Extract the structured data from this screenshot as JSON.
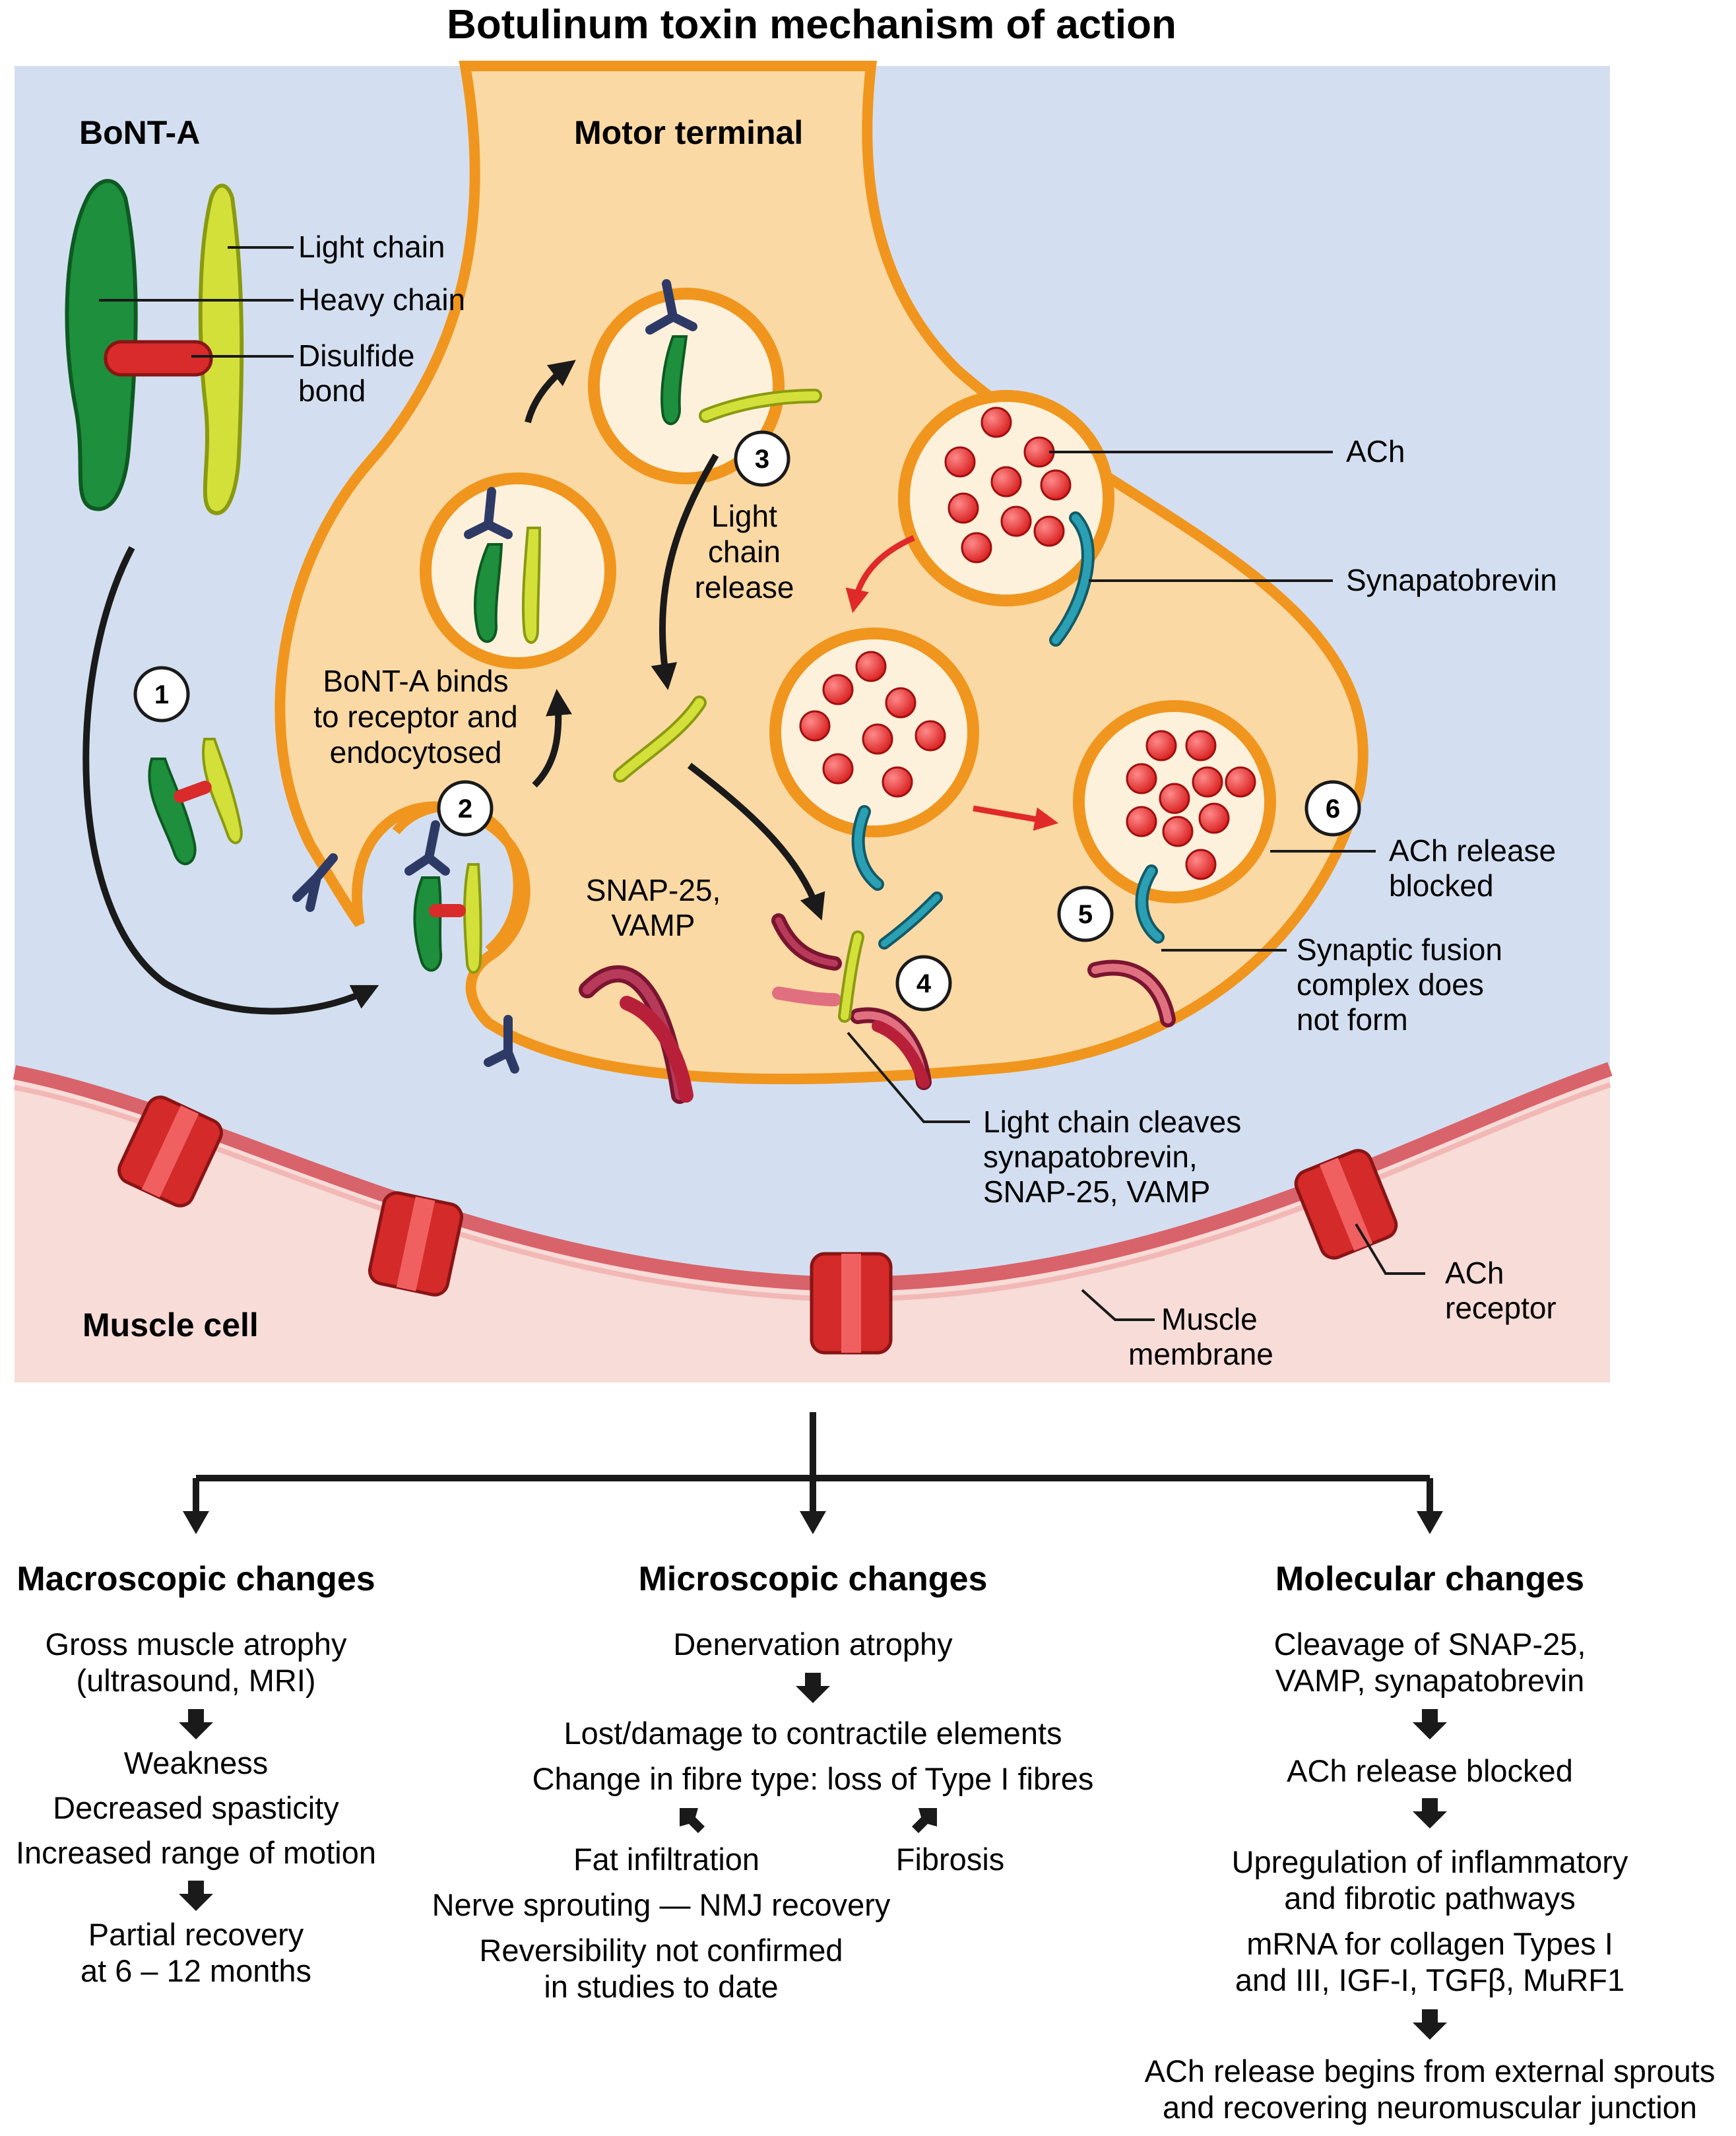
{
  "title": "Botulinum toxin mechanism of action",
  "diagram": {
    "bont_a": "BoNT-A",
    "motor_terminal": "Motor terminal",
    "muscle_cell": "Muscle cell",
    "labels": {
      "light_chain": "Light chain",
      "heavy_chain": "Heavy chain",
      "disulfide_1": "Disulfide",
      "disulfide_2": "bond",
      "ach": "ACh",
      "synapatobrevin": "Synapatobrevin",
      "lc_release_1": "Light",
      "lc_release_2": "chain",
      "lc_release_3": "release",
      "binds_1": "BoNT-A binds",
      "binds_2": "to receptor and",
      "binds_3": "endocytosed",
      "snap_1": "SNAP-25,",
      "snap_2": "VAMP",
      "blocked_1": "ACh release",
      "blocked_2": "blocked",
      "fusion_1": "Synaptic fusion",
      "fusion_2": "complex does",
      "fusion_3": "not form",
      "cleaves_1": "Light chain cleaves",
      "cleaves_2": "synapatobrevin,",
      "cleaves_3": "SNAP-25, VAMP",
      "membrane_1": "Muscle",
      "membrane_2": "membrane",
      "receptor_1": "ACh",
      "receptor_2": "receptor"
    },
    "steps": [
      "1",
      "2",
      "3",
      "4",
      "5",
      "6"
    ],
    "colors": {
      "background": "#d3dff0",
      "terminal_fill": "#fbd9a4",
      "terminal_stroke": "#f0961e",
      "heavy_chain": "#1e8f3c",
      "light_chain": "#d4e03a",
      "disulfide": "#d92b2b",
      "ach": "#e8282a",
      "muscle": "#f7dcd8",
      "membrane": "#d9636a",
      "receptor": "#d42a2a",
      "synaptobrevin": "#2b9fb3"
    }
  },
  "columns": {
    "macro": {
      "heading": "Macroscopic changes",
      "l1": "Gross muscle atrophy",
      "l2": "(ultrasound, MRI)",
      "l3": "Weakness",
      "l4": "Decreased spasticity",
      "l5": "Increased range of motion",
      "l6": "Partial recovery",
      "l7": "at 6 – 12 months"
    },
    "micro": {
      "heading": "Microscopic changes",
      "l1": "Denervation atrophy",
      "l2": "Lost/damage to contractile elements",
      "l3": "Change in fibre type: loss of Type I fibres",
      "l4": "Fat infiltration",
      "l5": "Fibrosis",
      "l6": "Nerve sprouting — NMJ recovery",
      "l7": "Reversibility not confirmed",
      "l8": "in studies to date"
    },
    "molecular": {
      "heading": "Molecular changes",
      "l1": "Cleavage of SNAP-25,",
      "l2": "VAMP, synapatobrevin",
      "l3": "ACh release blocked",
      "l4": "Upregulation of inflammatory",
      "l5": "and fibrotic pathways",
      "l6": "mRNA for collagen Types I",
      "l7": "and III, IGF-I, TGFβ, MuRF1",
      "l8": "ACh release begins from external sprouts",
      "l9": "and recovering neuromuscular junction"
    }
  }
}
